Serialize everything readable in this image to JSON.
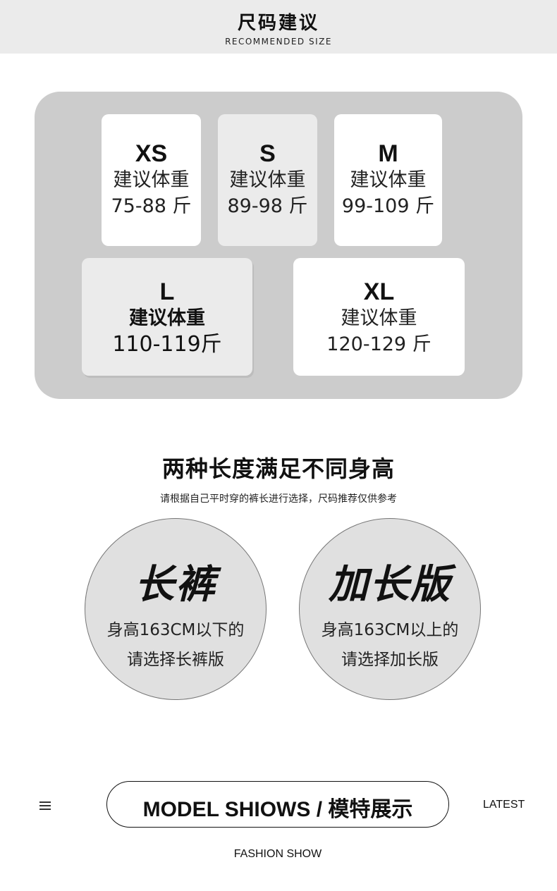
{
  "header": {
    "title": "尺码建议",
    "subtitle": "RECOMMENDED SIZE"
  },
  "sizes": [
    {
      "size": "XS",
      "label": "建议体重",
      "range": "75-88 斤"
    },
    {
      "size": "S",
      "label": "建议体重",
      "range": "89-98 斤"
    },
    {
      "size": "M",
      "label": "建议体重",
      "range": "99-109 斤"
    },
    {
      "size": "L",
      "label": "建议体重",
      "range": "110-119斤"
    },
    {
      "size": "XL",
      "label": "建议体重",
      "range": "120-129 斤"
    }
  ],
  "length": {
    "title": "两种长度满足不同身高",
    "subtitle": "请根据自己平时穿的裤长进行选择，尺码推荐仅供参考",
    "options": [
      {
        "name": "长裤",
        "line1": "身高163CM以下的",
        "line2": "请选择长裤版"
      },
      {
        "name": "加长版",
        "line1": "身高163CM以上的",
        "line2": "请选择加长版"
      }
    ]
  },
  "model_show": {
    "menu_icon": "menu-icon",
    "title": "MODEL SHIOWS / 模特展示",
    "right_label": "LATEST",
    "caption": "FASHION SHOW"
  }
}
